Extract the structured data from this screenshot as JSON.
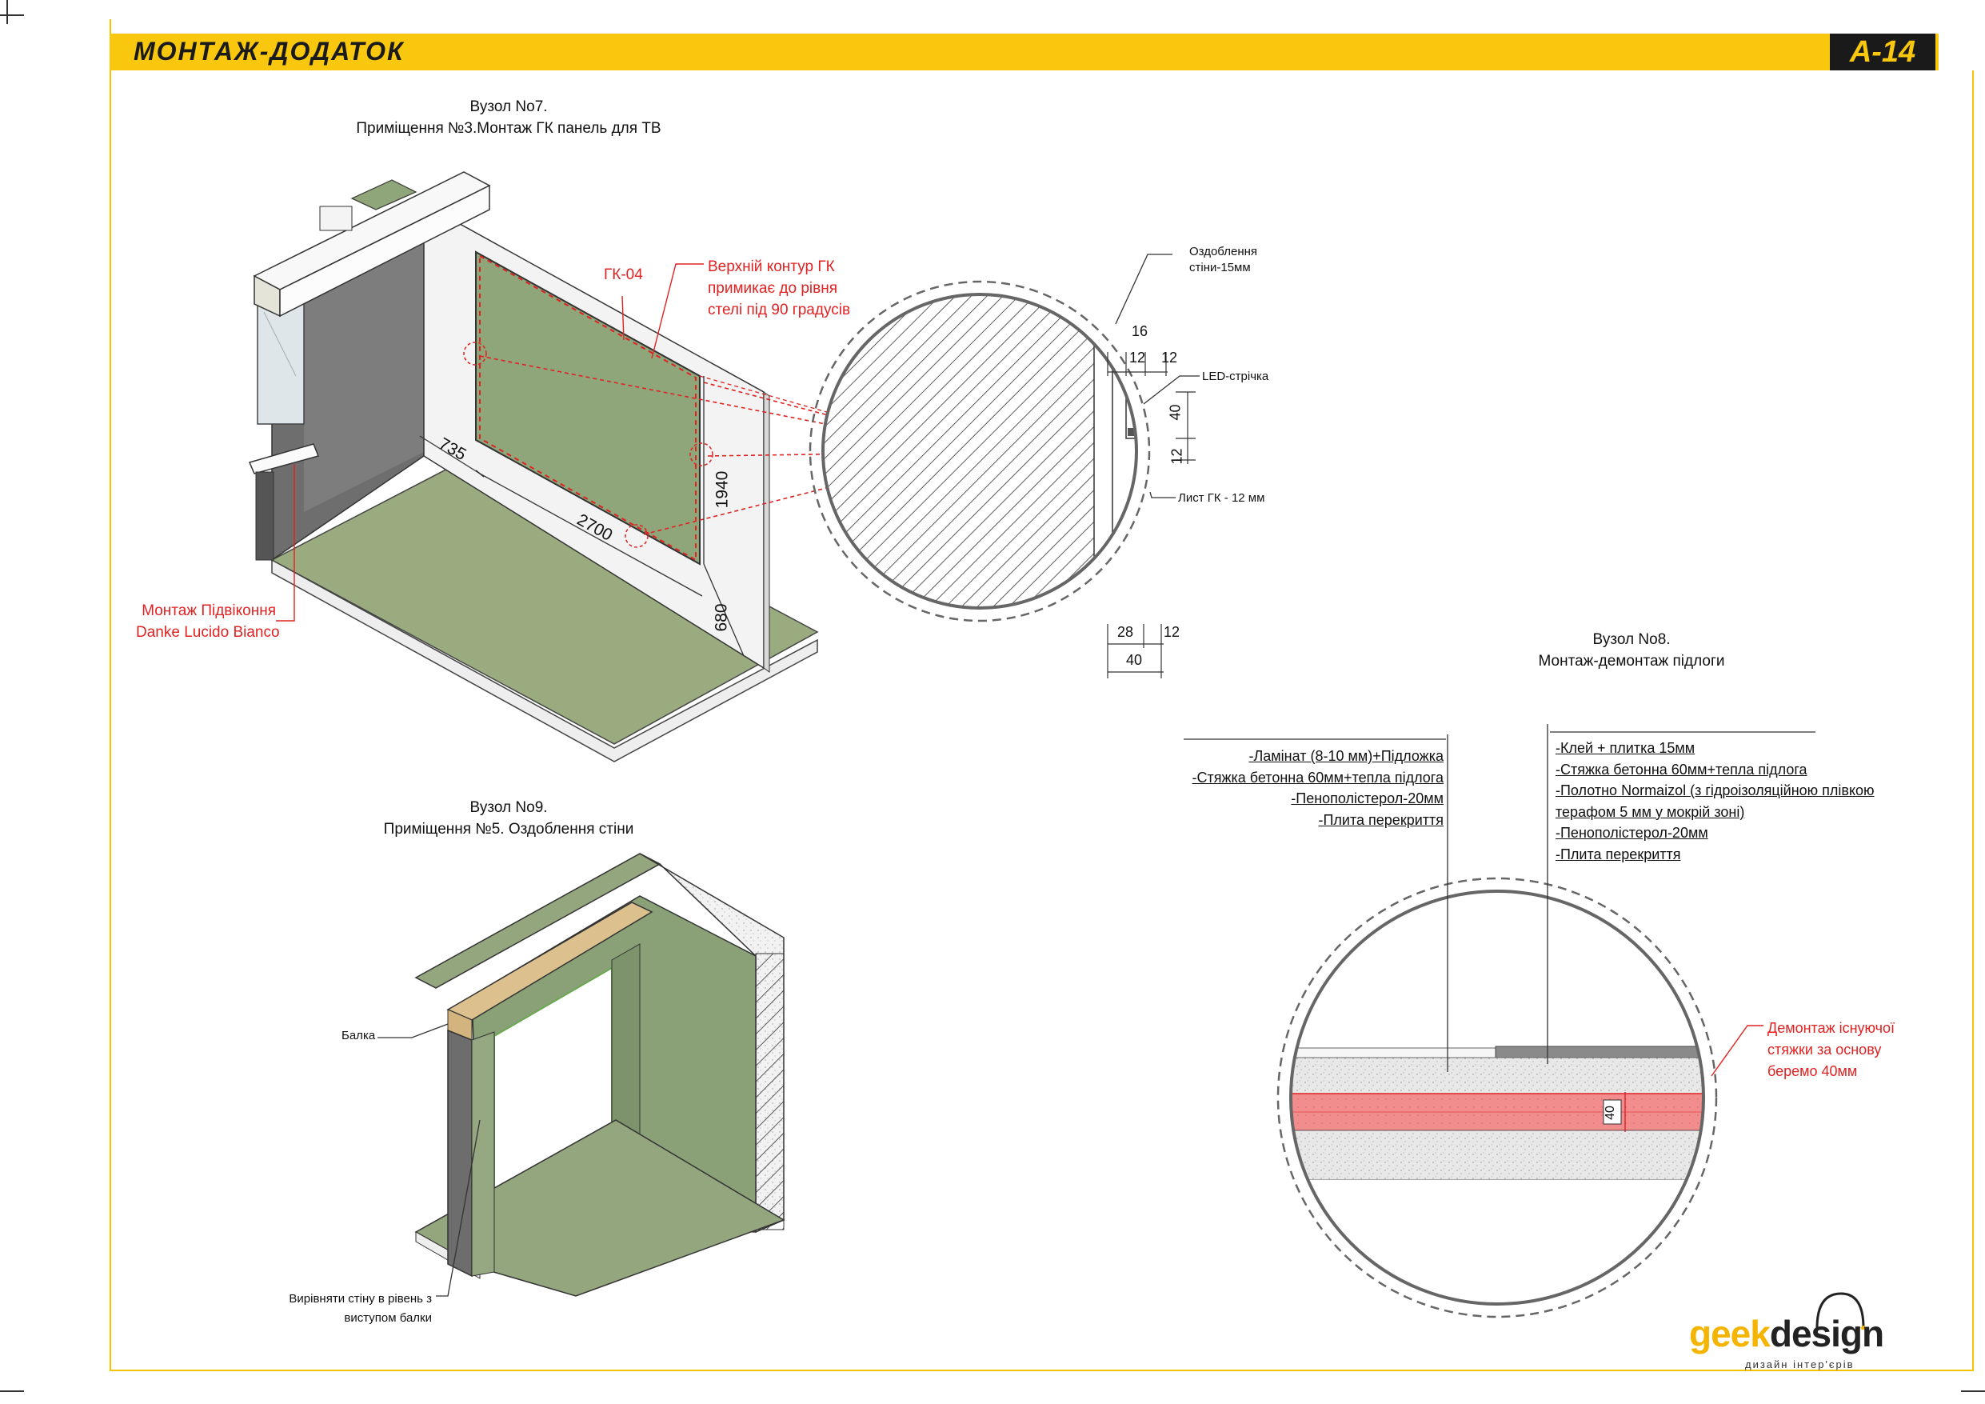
{
  "header": {
    "title": "МОНТАЖ-ДОДАТОК",
    "sheet_number": "А-14"
  },
  "node7": {
    "title_line1": "Вузол No7.",
    "title_line2": "Приміщення №3.Монтаж ГК панель для ТВ",
    "panel_code": "ГК-04",
    "note_top": [
      "Верхній контур ГК",
      "примикає до рівня",
      "стелі під 90 градусів"
    ],
    "note_sill": [
      "Монтаж Підвіконня",
      "Danke Lucido Bianco"
    ],
    "dims": {
      "d1": "735",
      "d2": "2700",
      "d3": "1940",
      "d4": "680"
    }
  },
  "detail7": {
    "label_finish": [
      "Оздоблення",
      "стіни-15мм"
    ],
    "label_led": "LED-стрічка",
    "label_gk": "Лист ГК - 12 мм",
    "dims": {
      "top_total": "16",
      "top_a": "12",
      "top_b": "12",
      "side_a": "40",
      "side_b": "12",
      "bottom_a": "28",
      "bottom_b": "12",
      "bottom_total": "40"
    }
  },
  "node8": {
    "title_line1": "Вузол No8.",
    "title_line2": "Монтаж-демонтаж підлоги",
    "left_spec": [
      "-Ламінат (8-10 мм)+Підложка",
      "-Стяжка бетонна 60мм+тепла підлога",
      "-Пенополістерол-20мм",
      "-Плита перекриття"
    ],
    "right_spec": [
      "-Клей + плитка 15мм",
      "-Стяжка бетонна 60мм+тепла підлога",
      "-Полотно Normaizol (з гідроізоляційною  плівкою",
      "терафом  5 мм у мокрій зоні)",
      "-Пенополістерол-20мм",
      "-Плита перекриття"
    ],
    "note_demolish": [
      "Демонтаж існуючої",
      "стяжки за основу",
      "беремо 40мм"
    ],
    "dim": "40"
  },
  "node9": {
    "title_line1": "Вузол No9.",
    "title_line2": "Приміщення №5. Оздоблення стіни",
    "label_beam": "Балка",
    "label_wall": [
      "Вирівняти стіну в рівень з",
      "виступом балки"
    ]
  },
  "logo": {
    "part1": "geek",
    "part2": "design",
    "tagline": "дизайн інтер'єрів"
  },
  "colors": {
    "accent": "#f9c80e",
    "red": "#e02222",
    "gypsum": "#8fa57a",
    "floor": "#97a77e"
  }
}
